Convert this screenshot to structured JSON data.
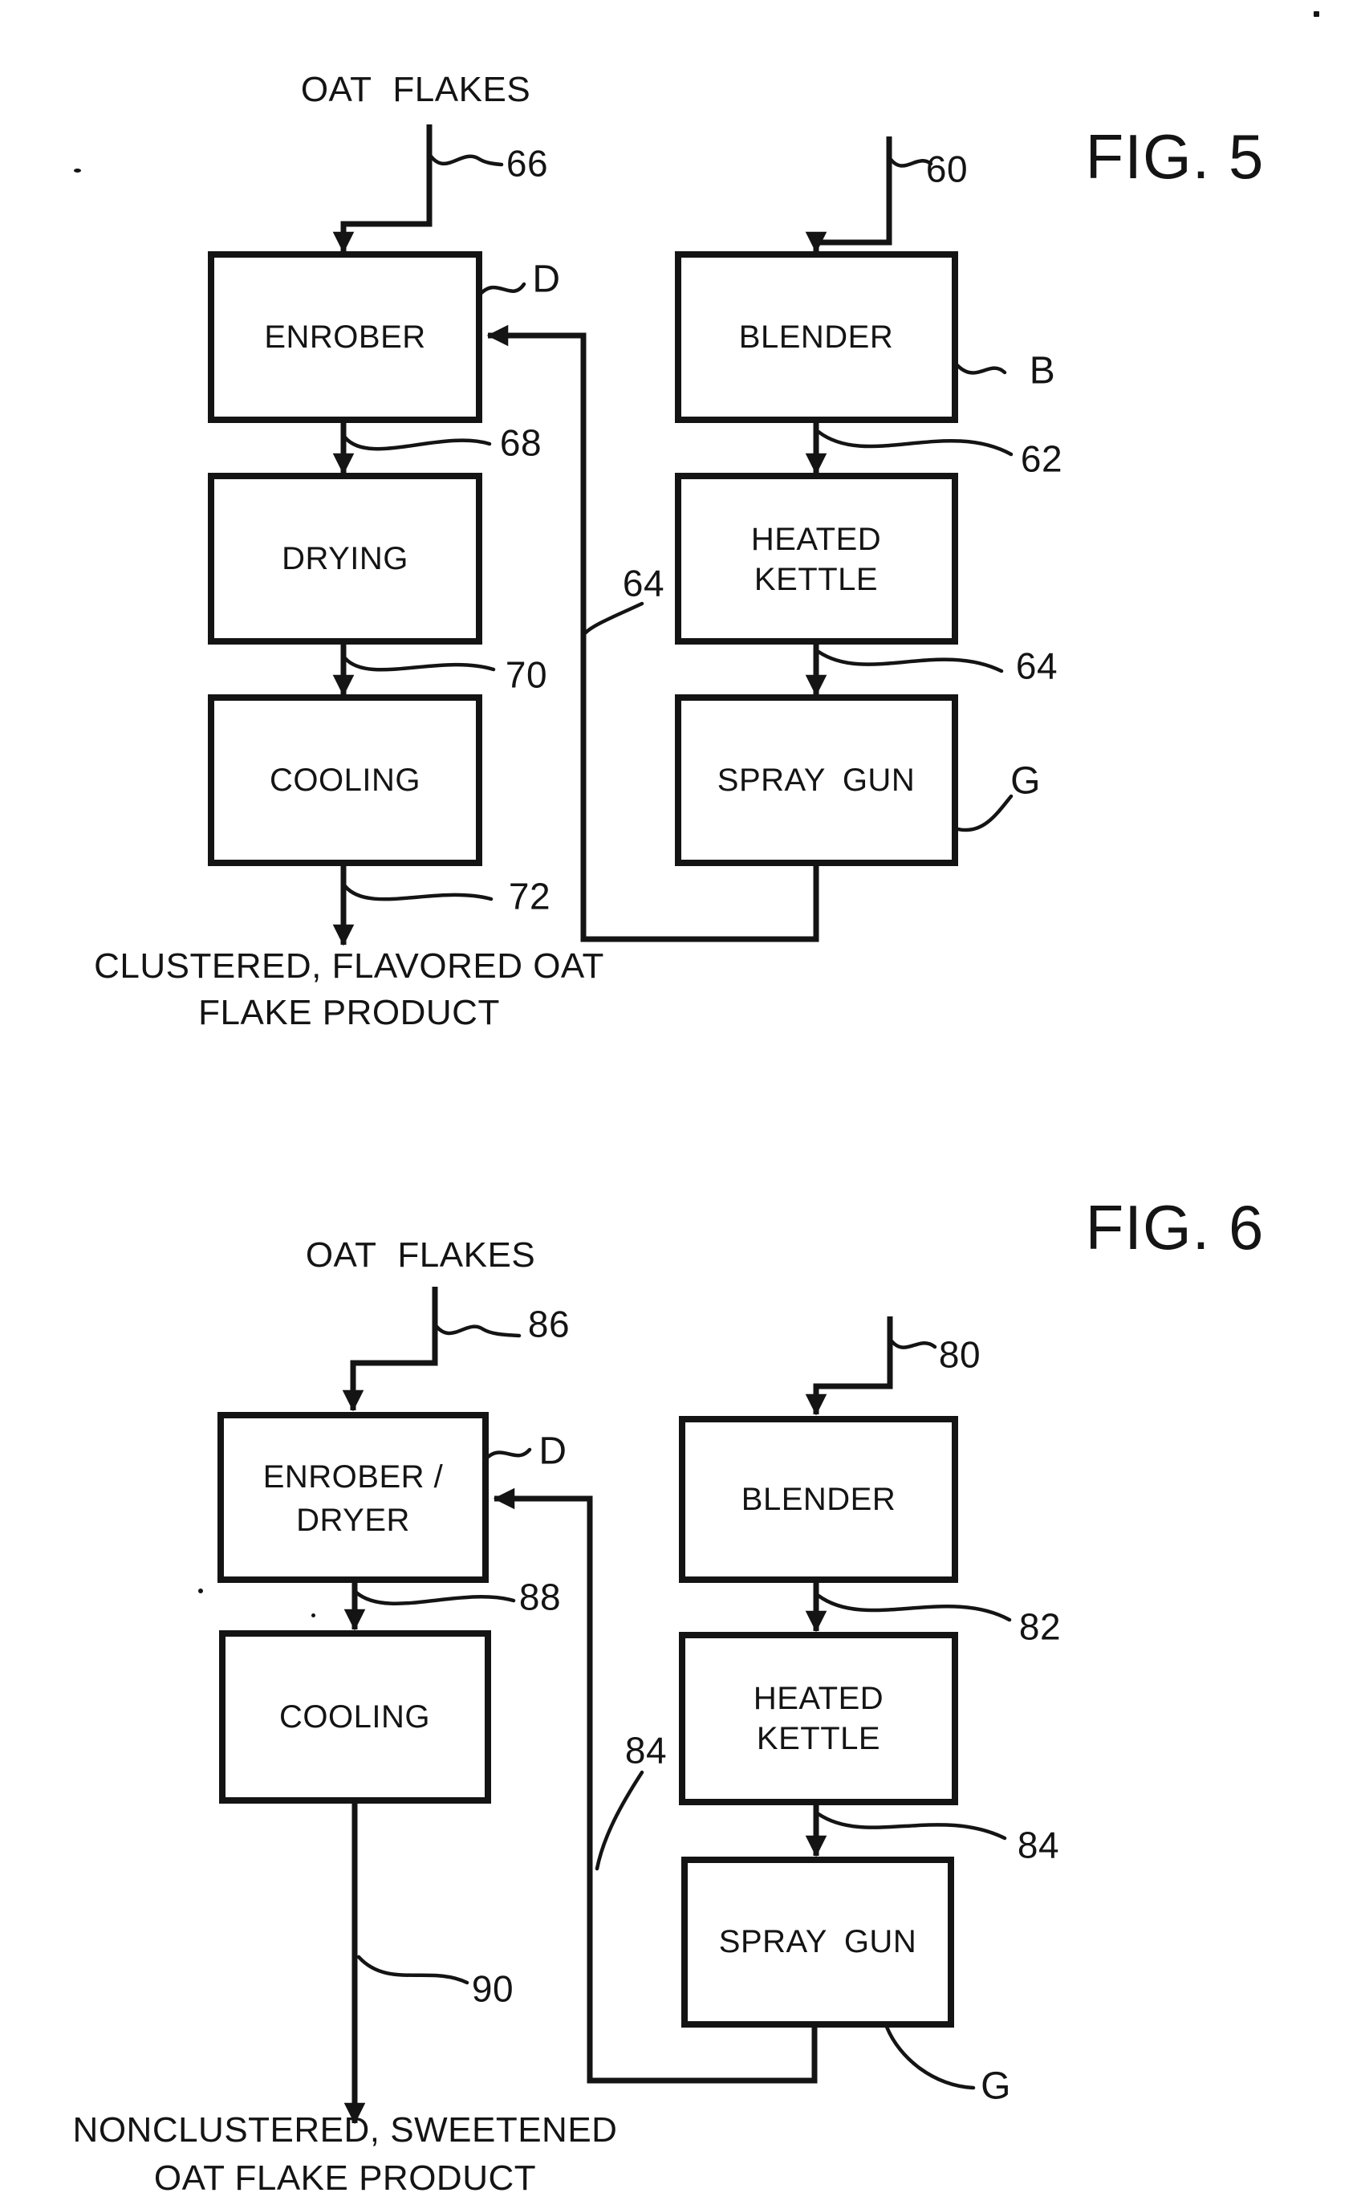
{
  "page": {
    "background": "#ffffff",
    "ink": "#141414"
  },
  "figures": [
    {
      "title": "FIG. 5",
      "source_label": "OAT FLAKES",
      "boxes": {
        "enrober": "ENROBER",
        "drying": "DRYING",
        "cooling": "COOLING",
        "blender": "BLENDER",
        "kettle_line1": "HEATED",
        "kettle_line2": "KETTLE",
        "spray_gun": "SPRAY GUN"
      },
      "refs": {
        "r66": "66",
        "r68": "68",
        "r70": "70",
        "r72": "72",
        "r64_feedback": "64",
        "r60": "60",
        "r62": "62",
        "r64": "64"
      },
      "letters": {
        "d": "D",
        "b": "B",
        "g": "G"
      },
      "product_line1": "CLUSTERED, FLAVORED  OAT",
      "product_line2": "FLAKE  PRODUCT"
    },
    {
      "title": "FIG. 6",
      "source_label": "OAT FLAKES",
      "boxes": {
        "enrober_dryer_line1": "ENROBER /",
        "enrober_dryer_line2": "DRYER",
        "cooling": "COOLING",
        "blender": "BLENDER",
        "kettle_line1": "HEATED",
        "kettle_line2": "KETTLE",
        "spray_gun": "SPRAY GUN"
      },
      "refs": {
        "r86": "86",
        "r88": "88",
        "r90": "90",
        "r84_feedback": "84",
        "r80": "80",
        "r82": "82",
        "r84": "84"
      },
      "letters": {
        "d": "D",
        "g": "G"
      },
      "product_line1": "NONCLUSTERED, SWEETENED",
      "product_line2": "OAT  FLAKE  PRODUCT"
    }
  ]
}
